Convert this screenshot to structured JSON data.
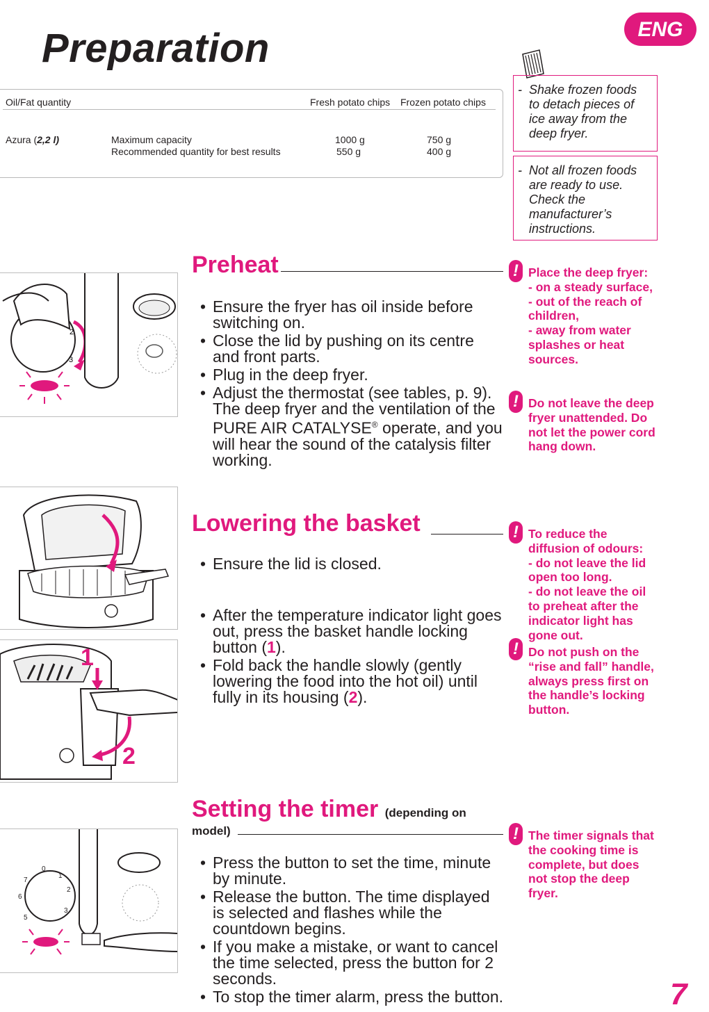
{
  "header": {
    "title": "Preparation",
    "lang": "ENG"
  },
  "table": {
    "col0": "Oil/Fat quantity",
    "col1": "Fresh potato chips",
    "col2": "Frozen potato chips",
    "model_prefix": "Azura (",
    "model_value": "2,2 l)",
    "row1_label": "Maximum capacity",
    "row1_fresh": "1000 g",
    "row1_frozen": "750 g",
    "row2_label": "Recommended quantity for best results",
    "row2_fresh": "550 g",
    "row2_frozen": "400 g"
  },
  "tips": {
    "tip1": "Shake frozen foods to detach pieces of ice away from the deep fryer.",
    "tip2": "Not all frozen foods are ready to use. Check the manufacturer’s instructions."
  },
  "preheat": {
    "title": "Preheat",
    "b1": "Ensure the fryer has oil inside before switching on.",
    "b2": "Close the lid by pushing on its centre and front parts.",
    "b3": "Plug in the deep fryer.",
    "b4a": "Adjust the thermostat (see tables, p. 9). The deep fryer and the ventilation of the PURE AIR CATALYSE",
    "b4reg": "®",
    "b4b": " operate, and you will hear the sound of the catalysis filter working.",
    "w1": "Place the deep fryer:\n- on a steady surface,\n- out of the reach of children,\n- away from water splashes or heat sources.",
    "w2": "Do not leave the deep fryer unattended. Do not let the power cord hang down."
  },
  "lowering": {
    "title": "Lowering the basket",
    "b1": "Ensure the lid is closed.",
    "b2a": "After the temperature indicator light goes out, press the basket handle locking button (",
    "b2num": "1",
    "b2b": ").",
    "b3a": "Fold back the handle slowly (gently lowering the food into the hot oil) until fully in its housing (",
    "b3num": "2",
    "b3b": ").",
    "w1": "To reduce the diffusion of odours:\n- do not leave the lid open too long.\n- do not leave the oil to preheat after the indicator light has gone out.",
    "w2": "Do not push on the “rise and fall” handle, always press first on the handle’s locking button."
  },
  "timer": {
    "title": "Setting the timer",
    "subtitle_a": "(depending on",
    "subtitle_b": "model)",
    "b1": "Press the button to set the time, minute by minute.",
    "b2": "Release the button. The time displayed is selected and flashes while the countdown begins.",
    "b3": "If you make a mistake, or want to cancel the time selected, press the button for 2 seconds.",
    "b4": "To stop the timer alarm, press the button.",
    "w1": "The timer signals that the cooking time is complete, but does not stop the deep fryer."
  },
  "illustrations": {
    "step1": "1",
    "step2": "2",
    "dial_marks_a": [
      "2",
      "3"
    ],
    "dial_marks_b": [
      "0",
      "1",
      "2",
      "3",
      "5",
      "6",
      "7"
    ]
  },
  "icons": [
    "warning-icon",
    "frozen-food-icon"
  ],
  "colors": {
    "accent": "#e0197d",
    "text": "#231f20"
  },
  "page_number": "7"
}
